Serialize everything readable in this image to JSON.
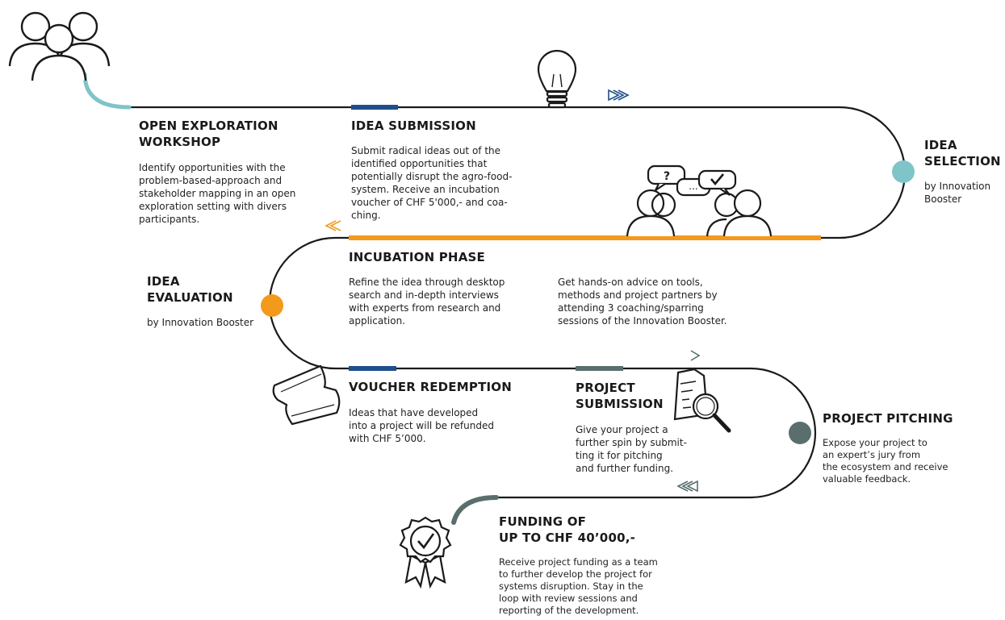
{
  "colors": {
    "line": "#1a1a1a",
    "teal": "#7fc4c9",
    "navy": "#1f4e8c",
    "orange": "#f39a1c",
    "slate": "#5a6e6e"
  },
  "steps": {
    "open_exploration": {
      "title": "OPEN EXPLORATION\nWORKSHOP",
      "text": "Identify opportunities with the\nproblem-based-approach and\nstakeholder mapping in an open\nexploration setting with divers\nparticipants."
    },
    "idea_submission": {
      "title": "IDEA SUBMISSION",
      "text": "Submit radical ideas out of the\nidentified opportunities that\npotentially disrupt the agro-food-\nsystem. Receive an incubation\nvoucher of CHF 5'000,- and coa-\nching."
    },
    "idea_selection": {
      "title": "IDEA\nSELECTION",
      "text": "by Innovation\nBooster"
    },
    "incubation": {
      "title": "INCUBATION PHASE",
      "text_left": "Refine the idea through desktop\nsearch and in-depth interviews\nwith experts from research and\napplication.",
      "text_right": "Get hands-on advice on tools,\nmethods and project partners by\nattending 3 coaching/sparring\nsessions of the Innovation Booster."
    },
    "idea_evaluation": {
      "title": "IDEA\nEVALUATION",
      "text": "by Innovation Booster"
    },
    "voucher_redemption": {
      "title": "VOUCHER REDEMPTION",
      "text": "Ideas that have developed\ninto a project will be refunded\nwith CHF 5’000."
    },
    "project_submission": {
      "title": "PROJECT\nSUBMISSION",
      "text": "Give your project a\nfurther spin by submit-\nting it for pitching\nand further funding."
    },
    "project_pitching": {
      "title": "PROJECT PITCHING",
      "text": "Expose your project to\nan expert’s jury from\nthe ecosystem and receive\nvaluable feedback."
    },
    "funding": {
      "title": "FUNDING OF\nUP TO CHF 40’000,-",
      "text": "Receive project funding as a team\nto further develop the project for\nsystems disruption. Stay in the\nloop with review sessions and\nreporting of the development."
    }
  },
  "icons": {
    "people": "people-group-icon",
    "bulb": "lightbulb-icon",
    "chat": "discussion-icon",
    "voucher": "voucher-ticket-icon",
    "document": "document-search-icon",
    "award": "award-badge-icon"
  }
}
